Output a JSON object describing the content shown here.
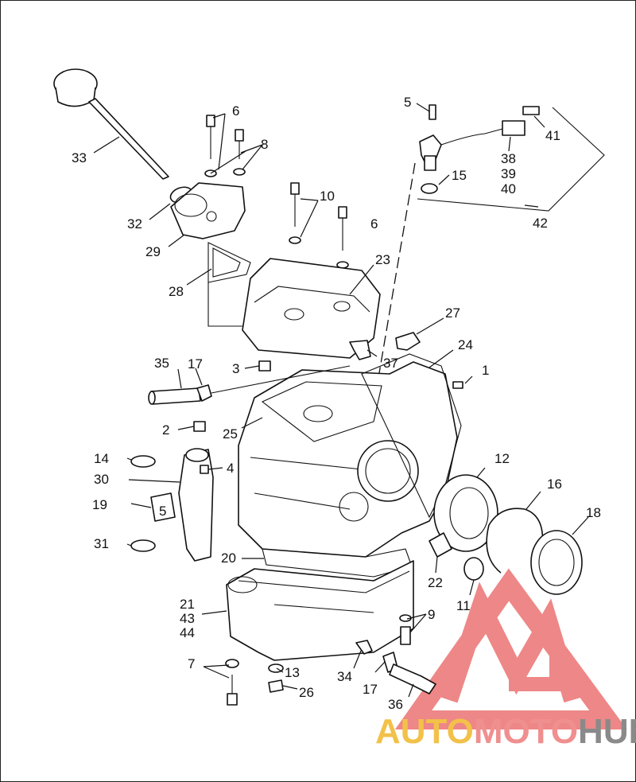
{
  "diagram": {
    "callouts": [
      "1",
      "2",
      "3",
      "4",
      "5",
      "6",
      "6",
      "7",
      "8",
      "9",
      "10",
      "11",
      "12",
      "13",
      "14",
      "15",
      "16",
      "17",
      "17",
      "18",
      "19",
      "20",
      "21",
      "22",
      "23",
      "24",
      "25",
      "26",
      "27",
      "28",
      "29",
      "30",
      "31",
      "32",
      "33",
      "34",
      "35",
      "36",
      "37",
      "38",
      "39",
      "40",
      "41",
      "42",
      "43",
      "44"
    ],
    "inline_label": "5"
  },
  "watermark": {
    "part1": "AUTO",
    "part2": "MOTO",
    "part3": "HUB",
    "colors": {
      "auto": "#f2c14a",
      "moto": "#f08f8f",
      "hub": "#8a8a8a",
      "logo": "#ea6a6a"
    }
  }
}
